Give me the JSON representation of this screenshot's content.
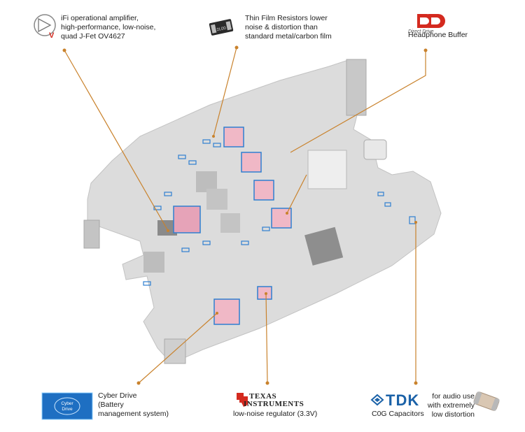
{
  "callouts": {
    "opamp": {
      "icon": "opamp-icon",
      "lines": [
        "iFi operational amplifier,",
        "high-performance, low-noise,",
        "quad J-Fet OV4627"
      ]
    },
    "resistors": {
      "icon": "resistor-icon",
      "icon_text": "2L00",
      "lines": [
        "Thin Film Resistors lower",
        "noise & distortion than",
        "standard metal/carbon film"
      ]
    },
    "direct_drive": {
      "logo_text": "Direct Drive",
      "lines": [
        "Headphone Buffer"
      ]
    },
    "cyber_drive": {
      "badge_text": [
        "Cyber",
        "Drive"
      ],
      "lines": [
        "Cyber Drive",
        "(Battery",
        "management system)"
      ]
    },
    "texas_instruments": {
      "brand_line1": "Texas",
      "brand_line2": "Instruments",
      "caption": "low-noise regulator (3.3V)"
    },
    "tdk": {
      "brand": "TDK",
      "caption": "C0G Capacitors",
      "lines": [
        "for audio use",
        "with extremely",
        "low distortion"
      ]
    }
  },
  "colors": {
    "leader": "#c9822c",
    "board": "#d8d8d8",
    "highlight_red": "#e0405a",
    "highlight_blue": "#2f7fd0",
    "tdk_blue": "#1b62a8",
    "ti_red": "#d42a1f"
  }
}
